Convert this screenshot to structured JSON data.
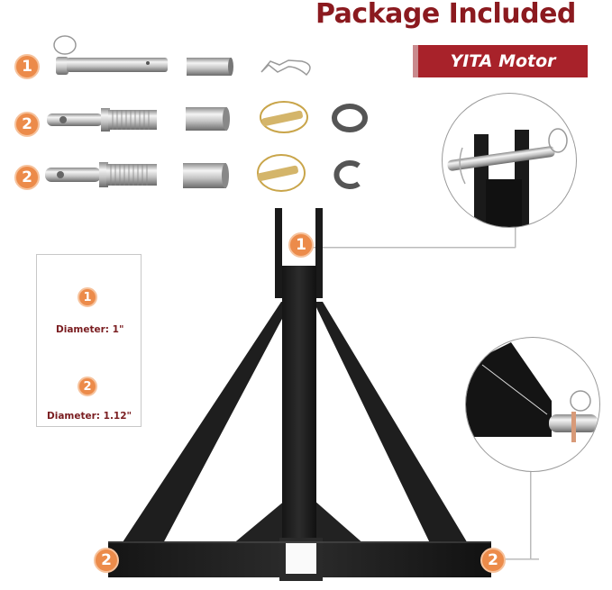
{
  "header": {
    "title": "Package Included",
    "brand": "YITA Motor"
  },
  "colors": {
    "title": "#8b1a1f",
    "brand_bg": "#a8222a",
    "badge": "#ec8b4a",
    "frame": "#1f1f1f"
  },
  "parts": {
    "rows": [
      {
        "badge": "1",
        "items": [
          "clevis-pin",
          "bushing",
          "r-clip"
        ]
      },
      {
        "badge": "2",
        "items": [
          "threaded-pin",
          "bushing",
          "linch-pin",
          "split-washer"
        ]
      },
      {
        "badge": "2",
        "items": [
          "threaded-pin",
          "bushing",
          "linch-pin",
          "split-washer"
        ]
      }
    ]
  },
  "bushings": {
    "items": [
      {
        "badge": "1",
        "label": "Diameter: 1\""
      },
      {
        "badge": "2",
        "label": "Diameter: 1.12\""
      }
    ]
  },
  "frame": {
    "top_badge": "1",
    "left_badge": "2",
    "right_badge": "2"
  }
}
